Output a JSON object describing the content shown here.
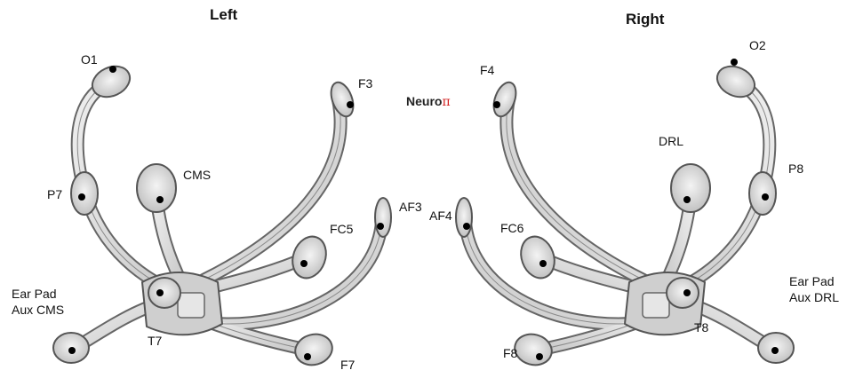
{
  "headings": {
    "left": "Left",
    "right": "Right"
  },
  "brand": {
    "text": "Neuro",
    "symbol": "π",
    "symbol_color": "#d21f1f"
  },
  "left_labels": {
    "o1": "O1",
    "f3": "F3",
    "cms": "CMS",
    "p7": "P7",
    "fc5": "FC5",
    "af3": "AF3",
    "ear_pad": "Ear Pad",
    "aux_cms": "Aux CMS",
    "t7": "T7",
    "f7": "F7"
  },
  "right_labels": {
    "f4": "F4",
    "o2": "O2",
    "drl": "DRL",
    "p8": "P8",
    "af4": "AF4",
    "fc6": "FC6",
    "ear_pad": "Ear Pad",
    "aux_drl": "Aux DRL",
    "t8": "T8",
    "f8": "F8"
  },
  "colors": {
    "headset_fill": "#d9d9d9",
    "headset_stroke": "#555555",
    "sensor_dot": "#000000"
  }
}
